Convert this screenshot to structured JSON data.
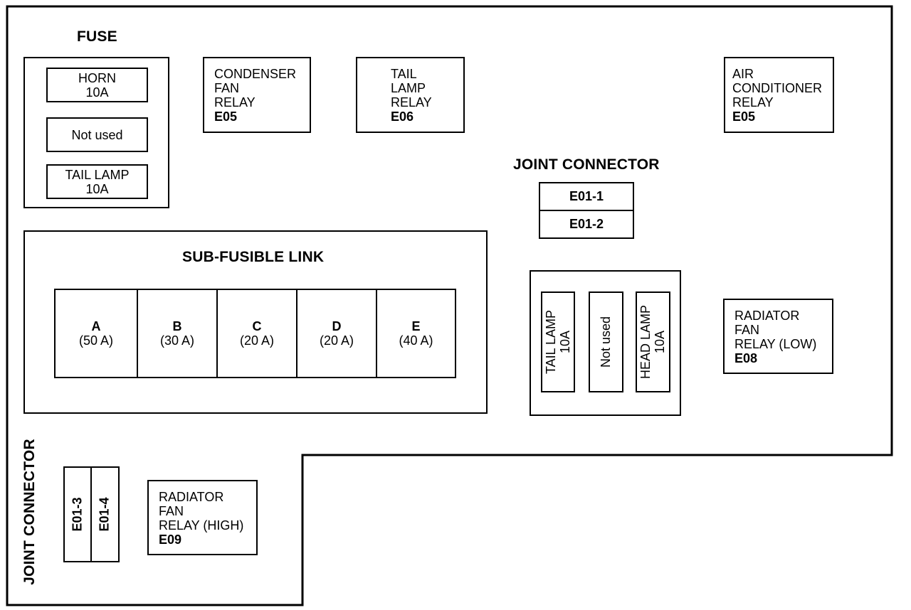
{
  "fuse_section": {
    "title": "FUSE",
    "fuses": [
      {
        "name": "HORN",
        "rating": "10A"
      },
      {
        "name": "Not used",
        "rating": ""
      },
      {
        "name": "TAIL LAMP",
        "rating": "10A"
      }
    ]
  },
  "relays": {
    "condenser_fan": {
      "lines": [
        "CONDENSER",
        "FAN",
        "RELAY"
      ],
      "code": "E05"
    },
    "tail_lamp": {
      "lines": [
        "TAIL",
        "LAMP",
        "RELAY"
      ],
      "code": "E06"
    },
    "air_conditioner": {
      "lines": [
        "AIR",
        "CONDITIONER",
        "RELAY"
      ],
      "code": "E05"
    },
    "radiator_fan_low": {
      "lines": [
        "RADIATOR",
        "FAN",
        "RELAY (LOW)"
      ],
      "code": "E08"
    },
    "radiator_fan_high": {
      "lines": [
        "RADIATOR",
        "FAN",
        "RELAY (HIGH)"
      ],
      "code": "E09"
    }
  },
  "joint_connector_top": {
    "title": "JOINT CONNECTOR",
    "connectors": [
      "E01-1",
      "E01-2"
    ]
  },
  "joint_connector_bottom": {
    "title": "JOINT CONNECTOR",
    "connectors": [
      "E01-3",
      "E01-4"
    ]
  },
  "sub_fusible_link": {
    "title": "SUB-FUSIBLE LINK",
    "links": [
      {
        "letter": "A",
        "rating": "(50 A)"
      },
      {
        "letter": "B",
        "rating": "(30 A)"
      },
      {
        "letter": "C",
        "rating": "(20 A)"
      },
      {
        "letter": "D",
        "rating": "(20 A)"
      },
      {
        "letter": "E",
        "rating": "(40 A)"
      }
    ]
  },
  "vertical_fuses": [
    {
      "name": "TAIL LAMP",
      "rating": "10A"
    },
    {
      "name": "Not used",
      "rating": ""
    },
    {
      "name": "HEAD LAMP",
      "rating": "10A"
    }
  ]
}
